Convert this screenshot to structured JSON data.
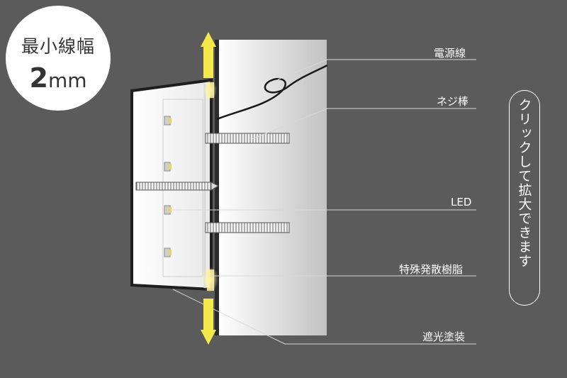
{
  "badge": {
    "label": "最小線幅",
    "value": "2",
    "unit": "mm"
  },
  "labels": {
    "power_wire": "電源線",
    "screw": "ネジ棒",
    "led": "LED",
    "resin": "特殊発散樹脂",
    "light_shield": "遮光塗装"
  },
  "cta": {
    "text": "クリックして拡大できます"
  },
  "colors": {
    "background": "#5b5b5b",
    "arrow": "#f5e84a",
    "wall_light": "#ffffff",
    "wall_dark": "#c2c2c2",
    "leader": "#d8d8d8"
  }
}
